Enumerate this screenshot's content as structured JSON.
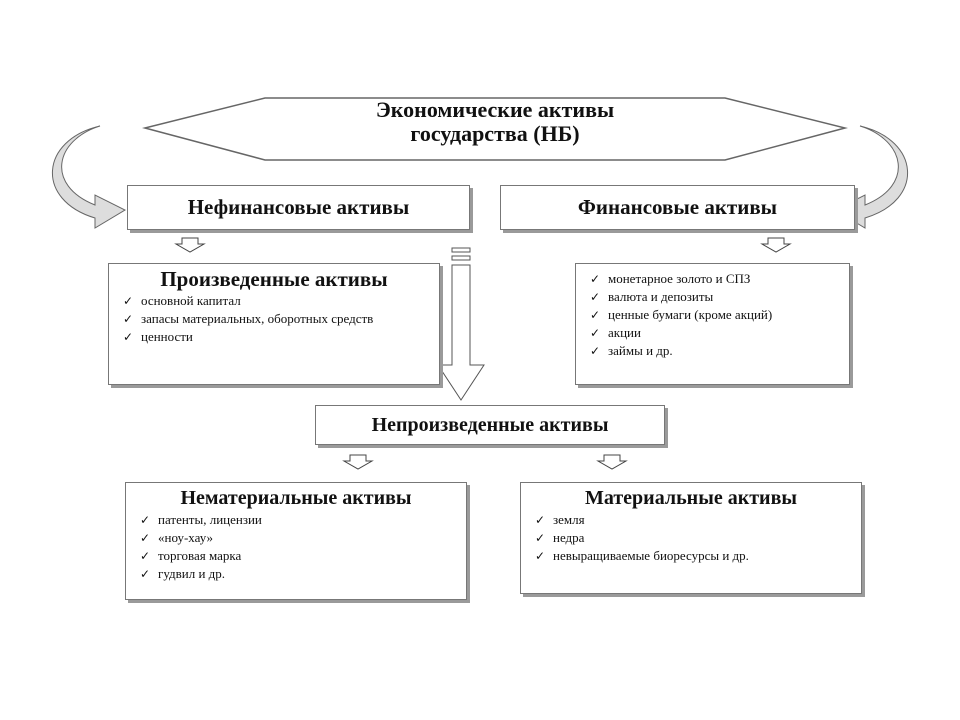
{
  "title": {
    "line1": "Экономические активы",
    "line2": "государства (НБ)"
  },
  "nonfinancial": {
    "label": "Нефинансовые активы"
  },
  "financial": {
    "label": "Финансовые активы",
    "items": [
      "монетарное золото и СПЗ",
      "валюта и депозиты",
      "ценные бумаги (кроме акций)",
      "акции",
      "займы и др."
    ]
  },
  "produced": {
    "label": "Произведенные активы",
    "items": [
      "основной капитал",
      "запасы материальных, оборотных средств",
      "ценности"
    ]
  },
  "unproduced": {
    "label": "Непроизведенные активы"
  },
  "intangible": {
    "label": "Нематериальные активы",
    "items": [
      "патенты, лицензии",
      "«ноу-хау»",
      "торговая марка",
      "гудвил и др."
    ]
  },
  "tangible": {
    "label": "Материальные активы",
    "items": [
      "земля",
      "недра",
      "невыращиваемые биоресурсы и др."
    ]
  }
}
